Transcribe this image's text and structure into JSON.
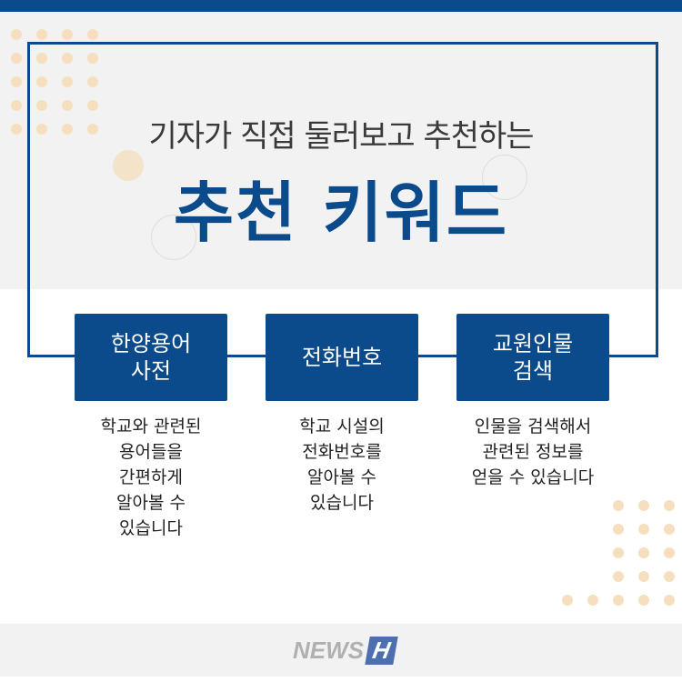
{
  "header": {
    "subtitle": "기자가 직접 둘러보고 추천하는",
    "title": "추천 키워드"
  },
  "keywords": [
    {
      "label": "한양용어\n사전",
      "line1": "한양용어",
      "line2": "사전",
      "desc": [
        "학교와 관련된",
        "용어들을",
        "간편하게",
        "알아볼 수",
        "있습니다"
      ]
    },
    {
      "label": "전화번호",
      "desc": [
        "학교 시설의",
        "전화번호를",
        "알아볼 수",
        "있습니다"
      ]
    },
    {
      "label": "교원인물 검색",
      "line1": "교원인물",
      "line2": "검색",
      "desc": [
        "인물을 검색해서",
        "관련된 정보를",
        "얻을 수 있습니다"
      ]
    }
  ],
  "footer": {
    "logo_text": "NEWS",
    "logo_mark": "H"
  },
  "colors": {
    "brand": "#0b4a8b",
    "dots": "#f5dfbf"
  }
}
